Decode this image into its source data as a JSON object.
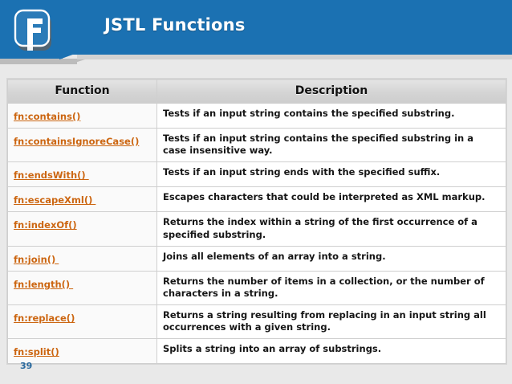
{
  "slide": {
    "title": "JSTL Functions",
    "page_number": "39",
    "brand_color": "#1b71b2",
    "link_color": "#cc6611",
    "page_number_color": "#2b6a9e",
    "background_color": "#e9e9e9",
    "logo_letter": "F",
    "logo_name": "f-logo-icon"
  },
  "table": {
    "headers": [
      "Function",
      "Description"
    ],
    "rows": [
      {
        "function": "fn:contains()",
        "description": "Tests if an input string contains the specified substring."
      },
      {
        "function": "fn:containsIgnoreCase()",
        "description": "Tests if an input string contains the specified substring in a case insensitive way."
      },
      {
        "function": "fn:endsWith() ",
        "description": "Tests if an input string ends with the specified suffix."
      },
      {
        "function": "fn:escapeXml() ",
        "description": "Escapes characters that could be interpreted as XML markup."
      },
      {
        "function": "fn:indexOf()",
        "description": "Returns the index within a string of the first occurrence of a specified substring."
      },
      {
        "function": "fn:join() ",
        "description": "Joins all elements of an array into a string."
      },
      {
        "function": "fn:length() ",
        "description": "Returns the number of items in a collection, or the number of characters in a string."
      },
      {
        "function": "fn:replace()",
        "description": "Returns a string resulting from replacing in an input string all occurrences with a given string."
      },
      {
        "function": "fn:split()",
        "description": "Splits a string into an array of substrings."
      }
    ]
  }
}
